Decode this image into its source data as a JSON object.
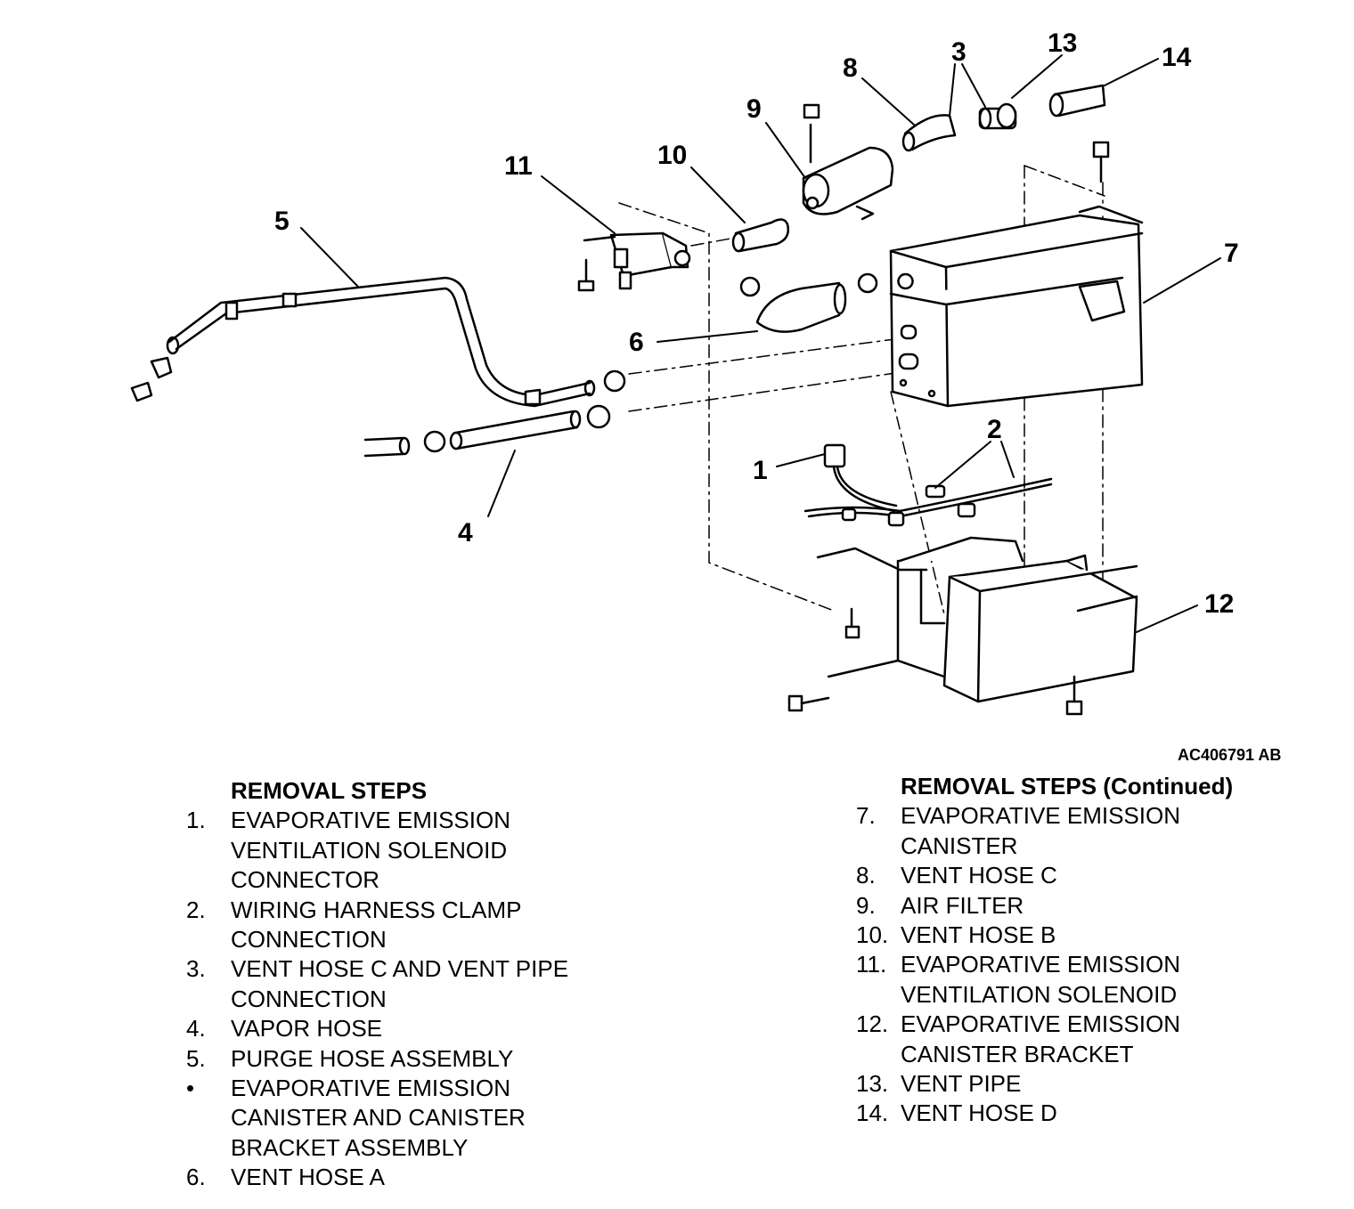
{
  "figure_id": "AC406791 AB",
  "callouts": [
    "1",
    "2",
    "3",
    "4",
    "5",
    "6",
    "7",
    "8",
    "9",
    "10",
    "11",
    "12",
    "13",
    "14"
  ],
  "steps_left": {
    "heading": "REMOVAL STEPS",
    "items": [
      {
        "num": "1.",
        "lines": [
          "EVAPORATIVE EMISSION",
          "VENTILATION SOLENOID",
          "CONNECTOR"
        ]
      },
      {
        "num": "2.",
        "lines": [
          "WIRING HARNESS CLAMP",
          "CONNECTION"
        ]
      },
      {
        "num": "3.",
        "lines": [
          "VENT HOSE C AND VENT PIPE",
          "CONNECTION"
        ]
      },
      {
        "num": "4.",
        "lines": [
          "VAPOR HOSE"
        ]
      },
      {
        "num": "5.",
        "lines": [
          "PURGE HOSE ASSEMBLY"
        ]
      },
      {
        "num": "•",
        "lines": [
          "EVAPORATIVE EMISSION",
          "CANISTER AND CANISTER",
          "BRACKET ASSEMBLY"
        ]
      },
      {
        "num": "6.",
        "lines": [
          "VENT HOSE A"
        ]
      }
    ]
  },
  "steps_right": {
    "heading": "REMOVAL STEPS (Continued)",
    "items": [
      {
        "num": "7.",
        "lines": [
          "EVAPORATIVE EMISSION",
          "CANISTER"
        ]
      },
      {
        "num": "8.",
        "lines": [
          "VENT HOSE C"
        ]
      },
      {
        "num": "9.",
        "lines": [
          "AIR FILTER"
        ]
      },
      {
        "num": "10.",
        "lines": [
          "VENT HOSE B"
        ]
      },
      {
        "num": "11.",
        "lines": [
          "EVAPORATIVE EMISSION",
          "VENTILATION SOLENOID"
        ]
      },
      {
        "num": "12.",
        "lines": [
          "EVAPORATIVE EMISSION",
          "CANISTER BRACKET"
        ]
      },
      {
        "num": "13.",
        "lines": [
          "VENT PIPE"
        ]
      },
      {
        "num": "14.",
        "lines": [
          "VENT HOSE D"
        ]
      }
    ]
  }
}
